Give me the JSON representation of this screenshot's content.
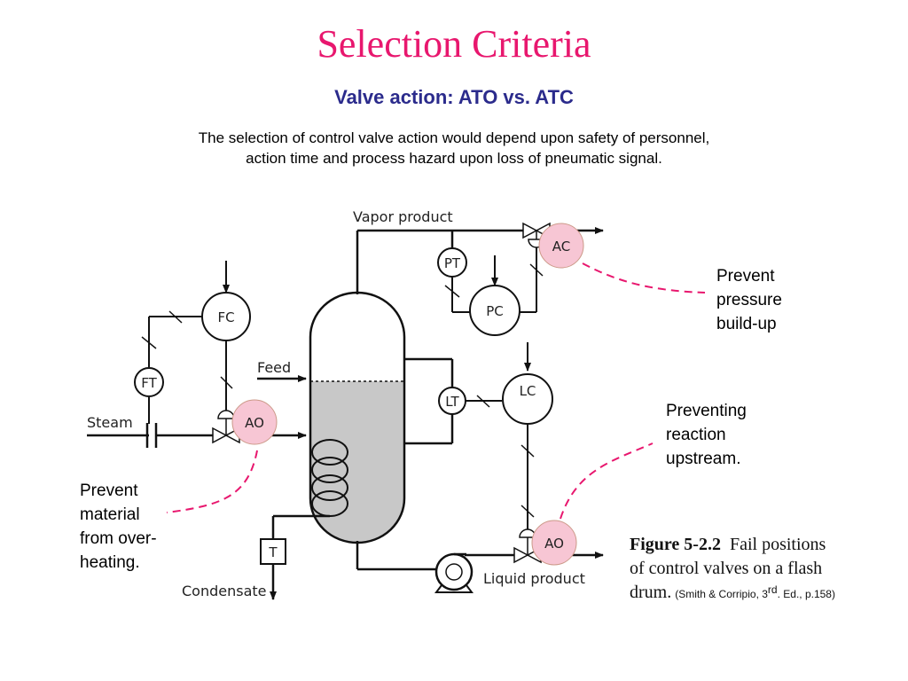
{
  "title": "Selection Criteria",
  "subtitle": "Valve action: ATO vs. ATC",
  "description": {
    "line1": "The selection of control valve action would depend upon safety of personnel,",
    "line2": "action time and process hazard upon loss of pneumatic signal."
  },
  "notes": {
    "pressure": [
      "Prevent",
      "pressure",
      "build-up"
    ],
    "reaction": [
      "Preventing",
      "reaction",
      "upstream."
    ],
    "material": [
      "Prevent",
      "material",
      "from over-",
      "heating."
    ]
  },
  "diagram": {
    "labels": {
      "vapor": "Vapor product",
      "feed": "Feed",
      "steam": "Steam",
      "condensate": "Condensate",
      "liquid": "Liquid product"
    },
    "instruments": {
      "fc": "FC",
      "ft": "FT",
      "ao1": "AO",
      "ao2": "AO",
      "pt": "PT",
      "pc": "PC",
      "ac": "AC",
      "lt": "LT",
      "lc": "LC",
      "trap": "T"
    },
    "figure": {
      "number": "Figure 5-2.2",
      "caption1": "Fail positions",
      "caption2": "of control valves on a flash",
      "caption3": "drum.",
      "ref_pre": "(Smith & Corripio, 3",
      "ref_sup": "rd",
      "ref_post": ". Ed., p.158)"
    },
    "colors": {
      "instrument_fill": "#f7c6d4",
      "dashed_callout": "#e8176e",
      "liquid_fill": "#c8c8c8"
    }
  }
}
